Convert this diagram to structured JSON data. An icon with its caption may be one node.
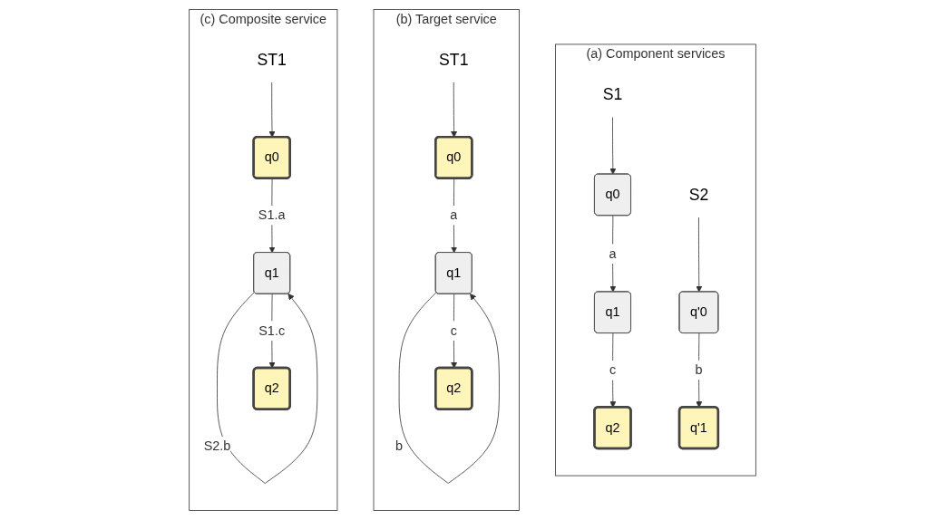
{
  "diagram": {
    "nodes": [
      {
        "text": [
          "(a) Component services"
        ]
      },
      {
        "text": [
          "S1"
        ],
        "in": 0
      },
      {
        "text": [
          "q0"
        ],
        "in": 0
      },
      {
        "text": [
          "q1"
        ],
        "in": 0
      },
      {
        "text": [
          "q2"
        ],
        "in": 0
      },
      {
        "text": [
          "S2"
        ],
        "in": 0
      },
      {
        "text": [
          "q'0"
        ],
        "in": 0
      },
      {
        "text": [
          "q'1"
        ],
        "in": 0
      },
      {
        "text": [
          "(b) Target service"
        ]
      },
      {
        "text": [
          "ST1"
        ],
        "in": 8
      },
      {
        "text": [
          "q0"
        ],
        "in": 8
      },
      {
        "text": [
          "q1"
        ],
        "in": 8
      },
      {
        "text": [
          "q2"
        ],
        "in": 8
      },
      {
        "text": [
          "(c) Composite service"
        ]
      },
      {
        "text": [
          "ST1"
        ],
        "in": 13
      },
      {
        "text": [
          "q0"
        ],
        "in": 13
      },
      {
        "text": [
          "q1"
        ],
        "in": 13
      },
      {
        "text": [
          "q2"
        ],
        "in": 13
      }
    ],
    "edges": [
      {
        "from": 1,
        "to": 2,
        "arrow": "to"
      },
      {
        "from": 2,
        "to": 3,
        "arrow": "to",
        "label": "a"
      },
      {
        "from": 3,
        "to": 4,
        "arrow": "to",
        "label": "c"
      },
      {
        "from": 5,
        "to": 6,
        "arrow": "to"
      },
      {
        "from": 6,
        "to": 7,
        "arrow": "to",
        "label": "b"
      },
      {
        "from": 9,
        "to": 10,
        "arrow": "to"
      },
      {
        "from": 10,
        "to": 11,
        "arrow": "to",
        "label": "a"
      },
      {
        "from": 11,
        "to": 11,
        "arrow": "to",
        "label": "b"
      },
      {
        "from": 11,
        "to": 12,
        "arrow": "to",
        "label": "c"
      },
      {
        "from": 14,
        "to": 15,
        "arrow": "to"
      },
      {
        "from": 15,
        "to": 16,
        "arrow": "to",
        "label": "S1.a"
      },
      {
        "from": 16,
        "to": 16,
        "arrow": "to",
        "label": "S2.b"
      },
      {
        "from": 16,
        "to": 17,
        "arrow": "to",
        "label": "S1.c"
      }
    ]
  }
}
